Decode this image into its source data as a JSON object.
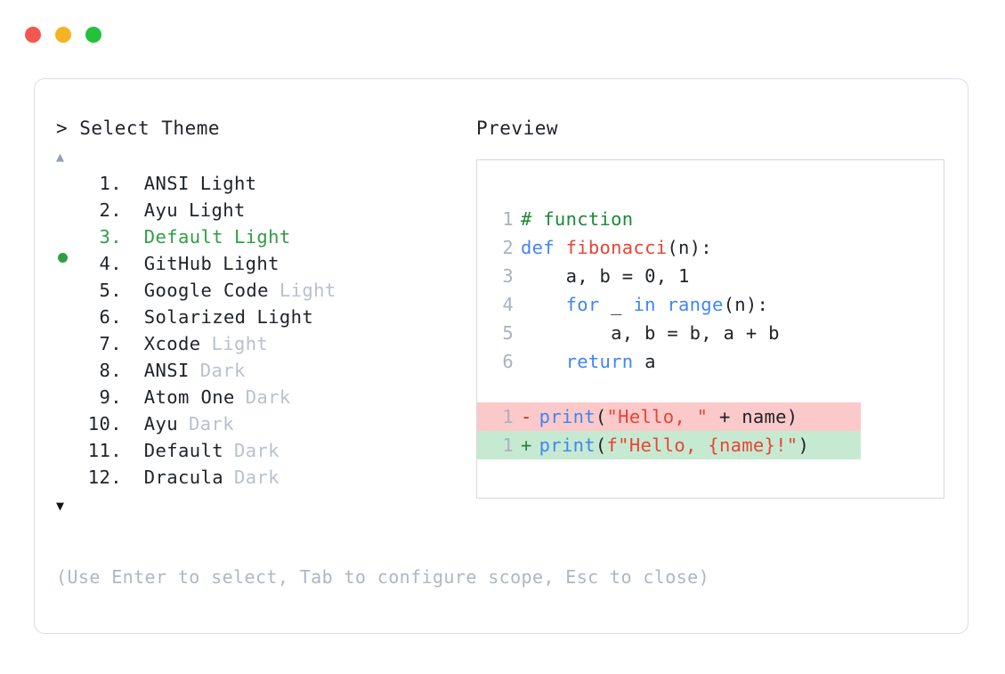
{
  "window": {
    "controls": [
      {
        "name": "close",
        "color": "#f5564e"
      },
      {
        "name": "minimize",
        "color": "#f5b324"
      },
      {
        "name": "maximize",
        "color": "#23c23c"
      }
    ]
  },
  "left": {
    "prompt": "> Select Theme",
    "scroll_up": "▲",
    "scroll_down": "▼",
    "selected_index": 3,
    "items": [
      {
        "num": "1.",
        "name": "ANSI",
        "mode": "Light",
        "mode_muted": false,
        "selected": false
      },
      {
        "num": "2.",
        "name": "Ayu",
        "mode": "Light",
        "mode_muted": false,
        "selected": false
      },
      {
        "num": "3.",
        "name": "Default",
        "mode": "Light",
        "mode_muted": false,
        "selected": true
      },
      {
        "num": "4.",
        "name": "GitHub",
        "mode": "Light",
        "mode_muted": false,
        "selected": false
      },
      {
        "num": "5.",
        "name": "Google Code",
        "mode": "Light",
        "mode_muted": true,
        "selected": false
      },
      {
        "num": "6.",
        "name": "Solarized",
        "mode": "Light",
        "mode_muted": false,
        "selected": false
      },
      {
        "num": "7.",
        "name": "Xcode",
        "mode": "Light",
        "mode_muted": true,
        "selected": false
      },
      {
        "num": "8.",
        "name": "ANSI",
        "mode": "Dark",
        "mode_muted": true,
        "selected": false
      },
      {
        "num": "9.",
        "name": "Atom One",
        "mode": "Dark",
        "mode_muted": true,
        "selected": false
      },
      {
        "num": "10.",
        "name": "Ayu",
        "mode": "Dark",
        "mode_muted": true,
        "selected": false
      },
      {
        "num": "11.",
        "name": "Default",
        "mode": "Dark",
        "mode_muted": true,
        "selected": false
      },
      {
        "num": "12.",
        "name": "Dracula",
        "mode": "Dark",
        "mode_muted": true,
        "selected": false
      }
    ],
    "hint": "(Use Enter to select, Tab to configure scope, Esc to close)"
  },
  "right": {
    "label": "Preview",
    "code_lines": [
      {
        "gutter": "1",
        "tokens": [
          {
            "t": "# function",
            "c": "comment"
          }
        ]
      },
      {
        "gutter": "2",
        "tokens": [
          {
            "t": "def ",
            "c": "keyword"
          },
          {
            "t": "fibonacci",
            "c": "func"
          },
          {
            "t": "(n):",
            "c": "plain"
          }
        ]
      },
      {
        "gutter": "3",
        "tokens": [
          {
            "t": "    a, b = ",
            "c": "plain"
          },
          {
            "t": "0",
            "c": "number"
          },
          {
            "t": ", ",
            "c": "plain"
          },
          {
            "t": "1",
            "c": "number"
          }
        ]
      },
      {
        "gutter": "4",
        "tokens": [
          {
            "t": "    ",
            "c": "plain"
          },
          {
            "t": "for",
            "c": "keyword"
          },
          {
            "t": " _ ",
            "c": "plain"
          },
          {
            "t": "in range",
            "c": "keyword"
          },
          {
            "t": "(n):",
            "c": "plain"
          }
        ]
      },
      {
        "gutter": "5",
        "tokens": [
          {
            "t": "        a, b = b, a + b",
            "c": "plain"
          }
        ]
      },
      {
        "gutter": "6",
        "tokens": [
          {
            "t": "    ",
            "c": "plain"
          },
          {
            "t": "return",
            "c": "keyword"
          },
          {
            "t": " a",
            "c": "plain"
          }
        ]
      }
    ],
    "diff_lines": [
      {
        "gutter": "1",
        "sign": "-",
        "kind": "del",
        "tokens": [
          {
            "t": "print",
            "c": "keyword"
          },
          {
            "t": "(",
            "c": "plain"
          },
          {
            "t": "\"Hello, \"",
            "c": "string"
          },
          {
            "t": " + name)",
            "c": "plain"
          }
        ]
      },
      {
        "gutter": "1",
        "sign": "+",
        "kind": "add",
        "tokens": [
          {
            "t": "print",
            "c": "keyword"
          },
          {
            "t": "(",
            "c": "plain"
          },
          {
            "t": "f\"Hello, {name}!\"",
            "c": "string"
          },
          {
            "t": ")",
            "c": "plain"
          }
        ]
      }
    ]
  },
  "colors": {
    "accent_green": "#2f9e44",
    "muted": "#b9c0cf",
    "hint": "#aeb6c6",
    "diff_del_bg": "#fbc9c9",
    "diff_add_bg": "#c6ead1",
    "keyword": "#4285f4",
    "string": "#ea4335",
    "comment": "#1a8a33",
    "card_border": "#dcdde6"
  }
}
